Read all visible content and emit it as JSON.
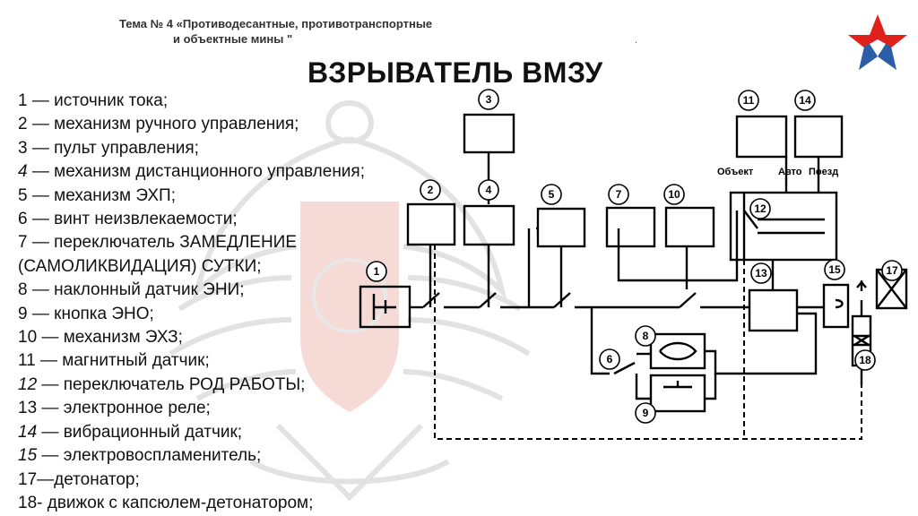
{
  "header": {
    "topic_line1": "Тема № 4 «Противодесантные, противотранспортные",
    "topic_line2": "и объектные мины \"",
    "dot": ".",
    "title": "ВЗРЫВАТЕЛЬ ВМЗУ"
  },
  "legend": [
    {
      "num": "1",
      "text": " — источник тока;",
      "italic": false
    },
    {
      "num": "2",
      "text": " — механизм ручного управления;",
      "italic": false
    },
    {
      "num": "3",
      "text": " — пульт управления;",
      "italic": false
    },
    {
      "num": "4",
      "text": " — механизм дистанционного управления;",
      "italic": true
    },
    {
      "num": "5",
      "text": " — механизм ЭХП;",
      "italic": false
    },
    {
      "num": "6",
      "text": " — винт неизвлекаемости;",
      "italic": false
    },
    {
      "num": "7",
      "text": " — переключатель ЗАМЕДЛЕНИЕ",
      "italic": false
    },
    {
      "num": "",
      "text": "(САМОЛИКВИДАЦИЯ) СУТКИ;",
      "italic": false
    },
    {
      "num": "8",
      "text": " — наклонный датчик ЭНИ;",
      "italic": false
    },
    {
      "num": "9",
      "text": " — кнопка ЭНО;",
      "italic": false
    },
    {
      "num": "10",
      "text": " — механизм ЭХЗ;",
      "italic": false
    },
    {
      "num": "11",
      "text": " — магнитный датчик;",
      "italic": false
    },
    {
      "num": "12",
      "text": " — переключатель РОД РАБОТЫ;",
      "italic": true
    },
    {
      "num": "13",
      "text": " — электронное реле;",
      "italic": false
    },
    {
      "num": "14",
      "text": " — вибрационный датчик;",
      "italic": true
    },
    {
      "num": "15",
      "text": " — электровоспламенитель;",
      "italic": true
    },
    {
      "num": "17",
      "text": "—детонатор;",
      "italic": false
    },
    {
      "num": "18",
      "text": "- движок с капсюлем-детонатором;",
      "italic": false
    }
  ],
  "diagram": {
    "labels": {
      "n1": "1",
      "n2": "2",
      "n3": "3",
      "n4": "4",
      "n5": "5",
      "n6": "6",
      "n7": "7",
      "n8": "8",
      "n9": "9",
      "n10": "10",
      "n11": "11",
      "n12": "12",
      "n13": "13",
      "n14": "14",
      "n15": "15",
      "n17": "17",
      "n18": "18",
      "mode_object": "Объект",
      "mode_auto": "Авто",
      "mode_train": "Поезд"
    }
  },
  "colors": {
    "logo_red": "#e0201b",
    "logo_blue": "#2a5fa8",
    "emblem": "#d9d9d9",
    "emblem_shield": "#f2c9c4"
  }
}
